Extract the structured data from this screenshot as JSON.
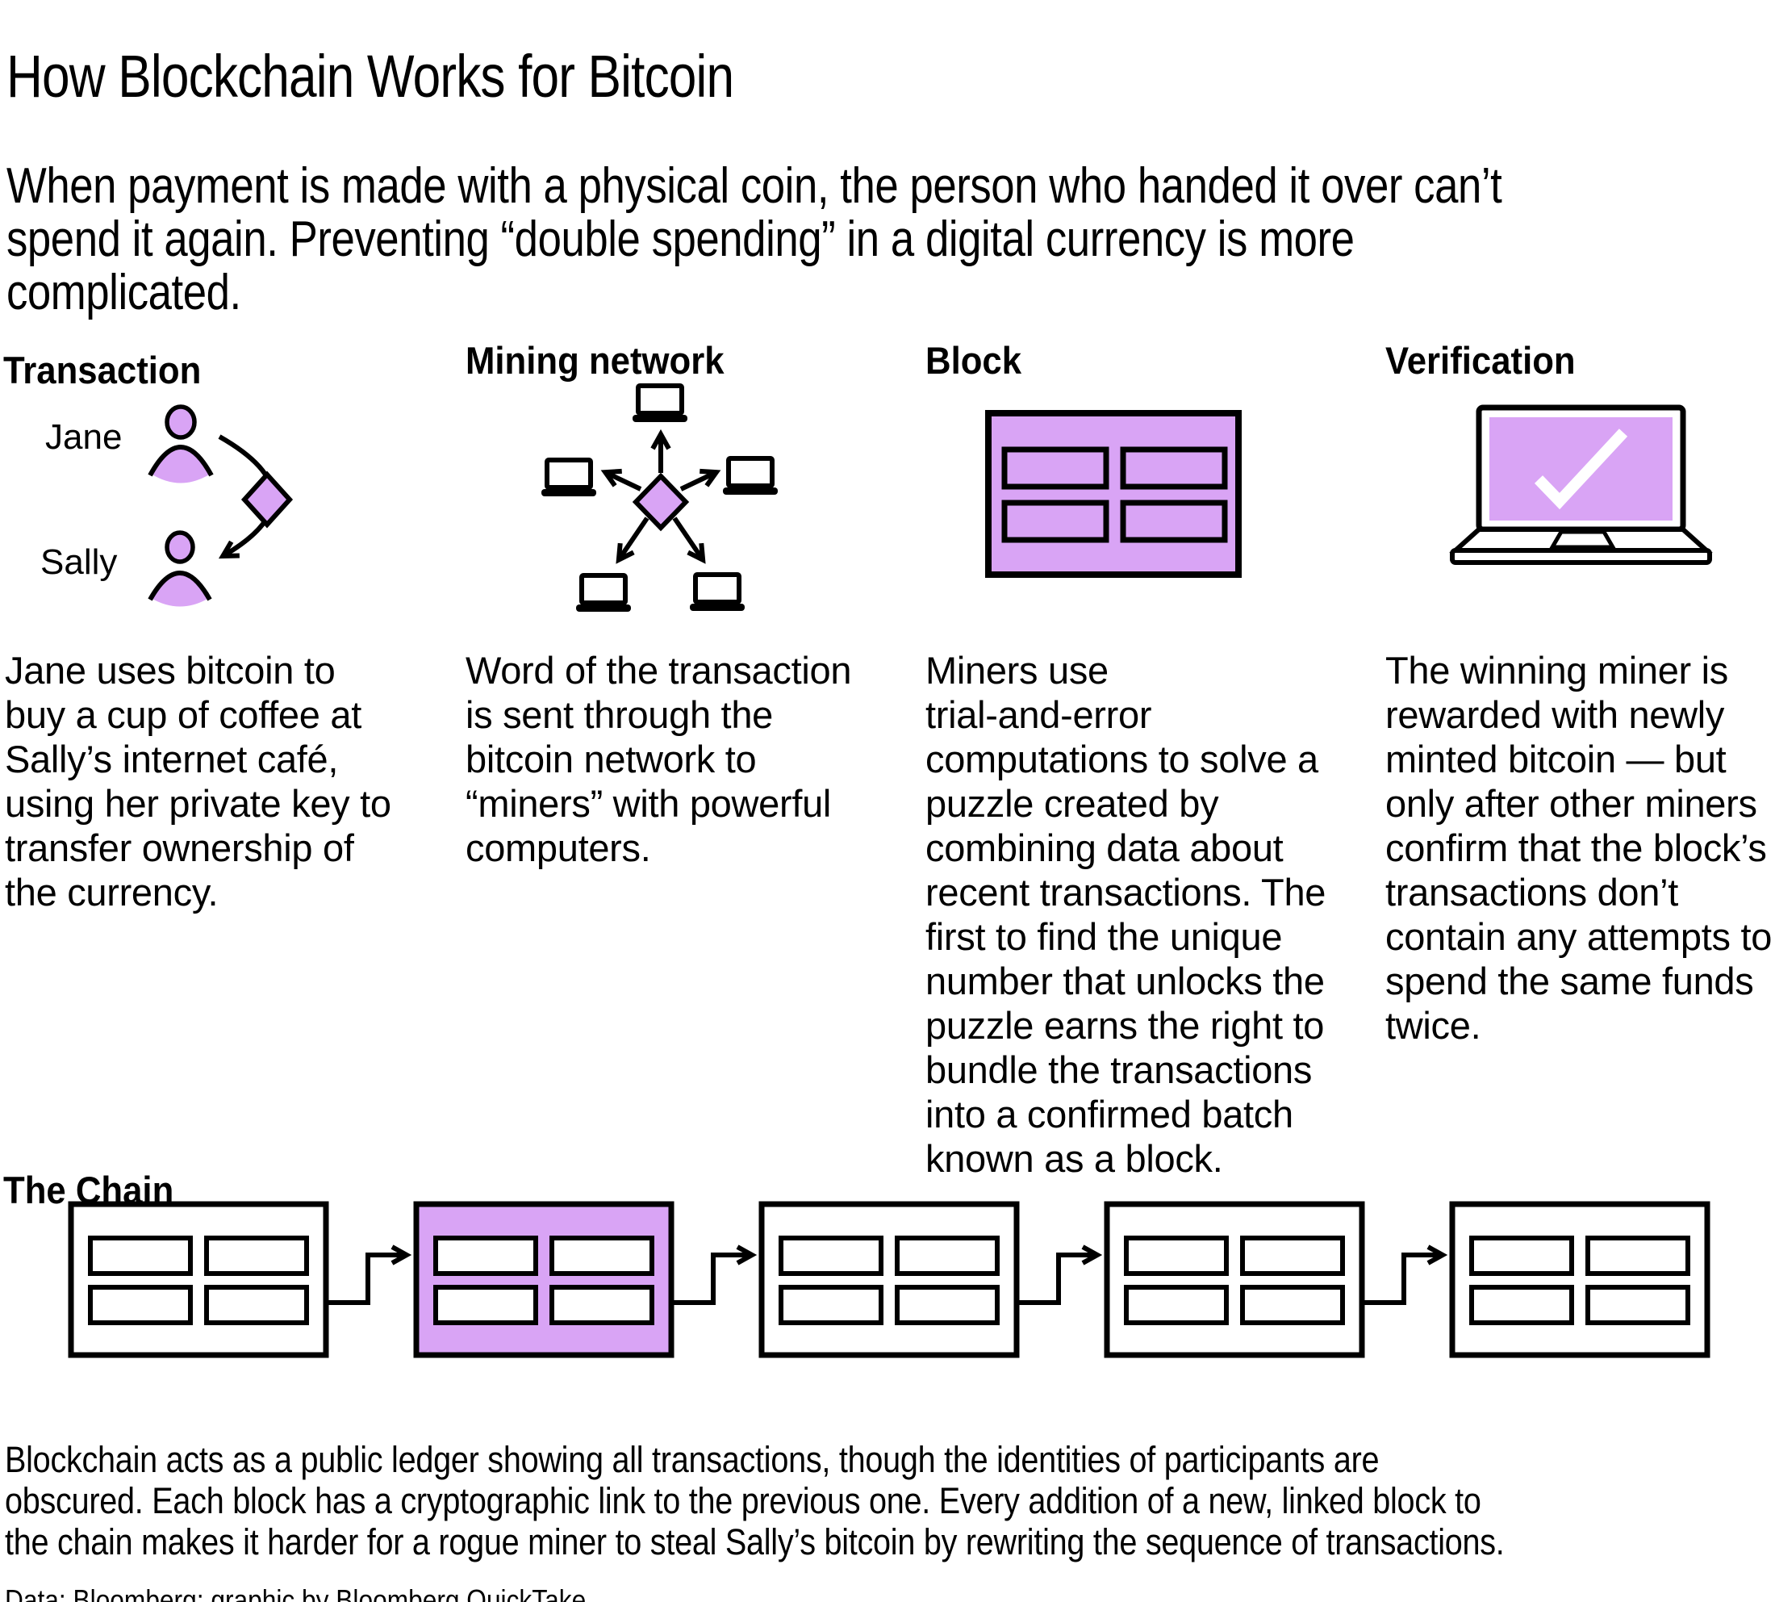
{
  "colors": {
    "accent_purple": "#d9a4f5",
    "ink": "#000000",
    "background": "#ffffff"
  },
  "header": {
    "title": "How Blockchain Works for Bitcoin",
    "intro": "When payment is made with a physical coin, the person who handed it over can’t\nspend it again. Preventing “double spending” in a digital currency is more\ncomplicated."
  },
  "columns": [
    {
      "heading": "Transaction",
      "from_label": "Jane",
      "to_label": "Sally",
      "icon": "two-people-with-coin-transfer",
      "body": "Jane uses bitcoin to\nbuy a cup of coffee at\nSally’s internet café,\nusing her private key to\ntransfer ownership of\nthe currency."
    },
    {
      "heading": "Mining network",
      "icon": "diamond-broadcast-to-laptops",
      "body": "Word of the transaction\nis sent through the\nbitcoin network to\n“miners” with powerful\ncomputers."
    },
    {
      "heading": "Block",
      "icon": "purple-block-with-four-slots",
      "body": "Miners use\ntrial-and-error\ncomputations to solve a\npuzzle created by\ncombining data about\nrecent transactions. The\nfirst to find the unique\nnumber that unlocks the\npuzzle earns the right to\nbundle the transactions\ninto a confirmed batch\nknown as a block."
    },
    {
      "heading": "Verification",
      "icon": "laptop-with-checkmark",
      "body": "The winning miner is\nrewarded with newly\nminted bitcoin — but\nonly after other miners\nconfirm that the block’s\ntransactions don’t\ncontain any attempts to\nspend the same funds\ntwice."
    }
  ],
  "chain": {
    "heading": "The Chain",
    "block_count": 5,
    "highlighted_block": 2,
    "caption": "Blockchain acts as a public ledger showing all transactions, though the identities of participants are\nobscured. Each block has a cryptographic link to the previous one. Every addition of a new, linked block to\nthe chain makes it harder for a rogue miner to steal Sally’s bitcoin by rewriting the sequence of transactions."
  },
  "credit": "Data: Bloomberg; graphic by Bloomberg QuickTake"
}
